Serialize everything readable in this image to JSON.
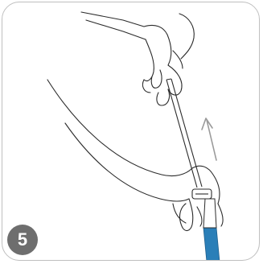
{
  "step": {
    "number": "5"
  },
  "colors": {
    "frame_border": "#bfbfbf",
    "line_art": "#2b2b2b",
    "tube_blue": "#2a7fb8",
    "arrow_gray": "#9a9a9a",
    "badge_background": "#6e6e6e",
    "badge_text": "#ffffff"
  },
  "illustration": {
    "elements": [
      "top-hand",
      "bottom-hand",
      "syringe-rod",
      "cap",
      "blue-tube",
      "upward-arrow"
    ]
  }
}
